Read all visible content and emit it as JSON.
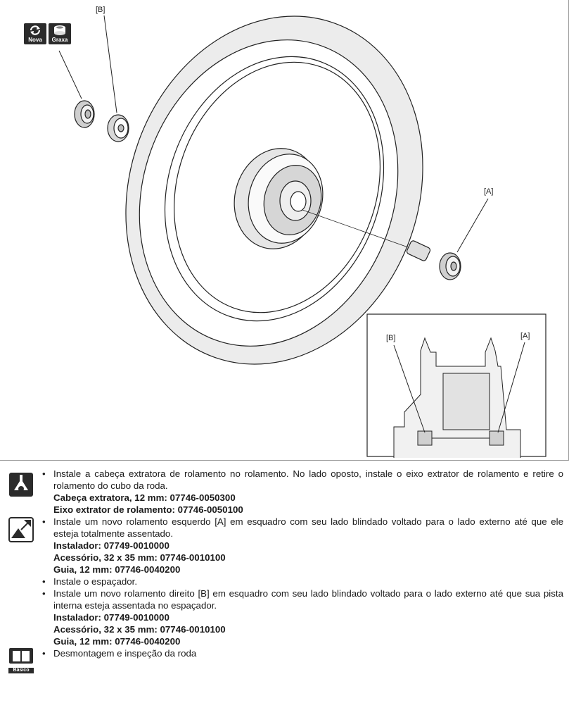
{
  "figure": {
    "labels": {
      "b_top": "[B]",
      "a_main": "[A]",
      "b_inset": "[B]",
      "a_inset": "[A]"
    },
    "badges": {
      "new": "Nova",
      "grease": "Graxa"
    }
  },
  "steps": {
    "block1": {
      "icon": "bearing-removal-icon",
      "text": "Instale a cabeça extratora de rolamento no rolamento. No lado oposto, instale o eixo extrator de rolamento e retire o rolamento do cubo da roda.",
      "tools": [
        "Cabeça extratora, 12 mm: 07746-0050300",
        "Eixo extrator de rolamento: 07746-0050100"
      ]
    },
    "block2": {
      "icon": "bearing-install-icon",
      "item1": {
        "text": "Instale um novo rolamento esquerdo [A] em esquadro com seu lado blindado voltado para o lado externo até que ele esteja totalmente assentado.",
        "tools": [
          "Instalador: 07749-0010000",
          "Acessório, 32 x 35 mm: 07746-0010100",
          "Guia, 12 mm: 07746-0040200"
        ]
      },
      "item2": {
        "text": "Instale o espaçador."
      },
      "item3": {
        "text": "Instale um novo rolamento direito [B] em esquadro com seu lado blindado voltado para o lado externo até que sua pista interna esteja assentada no espaçador.",
        "tools": [
          "Instalador: 07749-0010000",
          "Acessório, 32 x 35 mm: 07746-0010100",
          "Guia, 12 mm: 07746-0040200"
        ]
      }
    },
    "block3": {
      "icon": "book-icon",
      "icon_label": "Básico",
      "text": "Desmontagem e inspeção da roda"
    }
  }
}
